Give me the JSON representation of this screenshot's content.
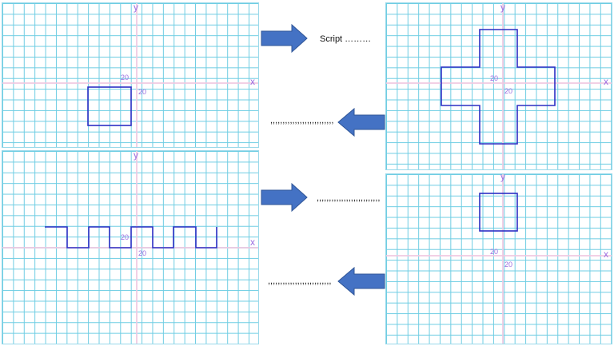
{
  "colors": {
    "grid": "#6ecde3",
    "shape": "#2d2fc4",
    "axis_label": "#9b6de0",
    "arrow_fill": "#4472c4",
    "arrow_stroke": "#2f5597"
  },
  "axis": {
    "x_label": "x",
    "y_label": "y",
    "tick": "20"
  },
  "captions": {
    "top_right": "Script ………",
    "middle_left": ",,,,,,,,,,,,,,,,,,,,,,,,,,",
    "middle_right": ",,,,,,,,,,,,,,,,,,,,,,,,,,",
    "bottom_left": ",,,,,,,,,,,,,,,,,,,,,,,,,,"
  },
  "panels": [
    {
      "id": "top-left",
      "shape": "square"
    },
    {
      "id": "top-right",
      "shape": "cross"
    },
    {
      "id": "bottom-left",
      "shape": "square-wave"
    },
    {
      "id": "bottom-right",
      "shape": "square"
    }
  ]
}
